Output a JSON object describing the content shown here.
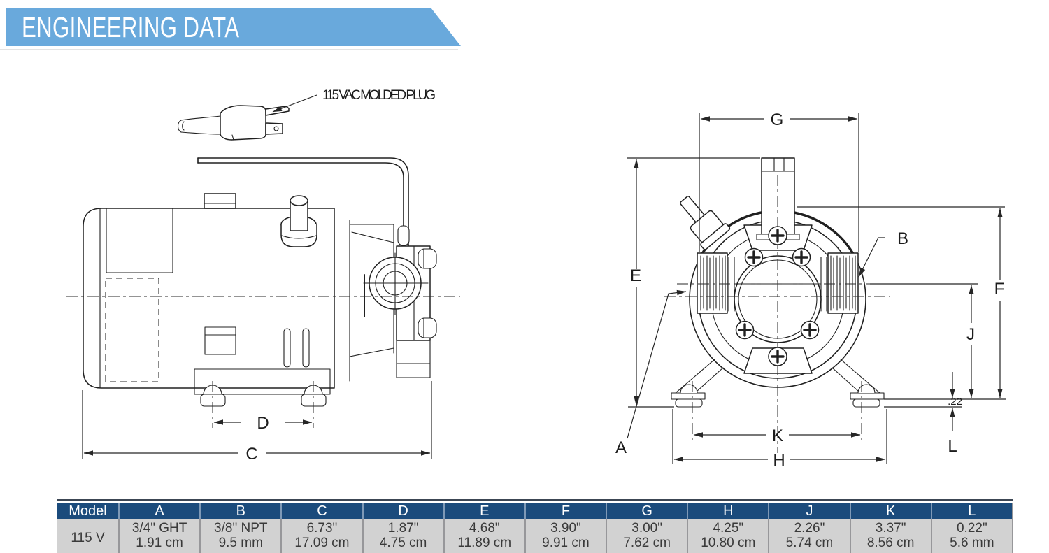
{
  "banner": {
    "title": "ENGINEERING DATA",
    "bg_color": "#69a9dc"
  },
  "diagram": {
    "plug_label": "115 VAC MOLDED PLUG",
    "dims": {
      "a": "A",
      "b": "B",
      "c": "C",
      "d": "D",
      "e": "E",
      "f": "F",
      "g": "G",
      "h": "H",
      "j": "J",
      "k": "K",
      "l": "L",
      "offset": ".22"
    }
  },
  "table": {
    "header_bg": "#1b4b7c",
    "row_bg": "#d2d2d2",
    "model": {
      "label": "Model",
      "value": "115 V"
    },
    "columns": [
      {
        "label": "A",
        "line1": "3/4\" GHT",
        "line2": "1.91 cm"
      },
      {
        "label": "B",
        "line1": "3/8\" NPT",
        "line2": "9.5 mm"
      },
      {
        "label": "C",
        "line1": "6.73\"",
        "line2": "17.09 cm"
      },
      {
        "label": "D",
        "line1": "1.87\"",
        "line2": "4.75 cm"
      },
      {
        "label": "E",
        "line1": "4.68\"",
        "line2": "11.89 cm"
      },
      {
        "label": "F",
        "line1": "3.90\"",
        "line2": "9.91 cm"
      },
      {
        "label": "G",
        "line1": "3.00\"",
        "line2": "7.62 cm"
      },
      {
        "label": "H",
        "line1": "4.25\"",
        "line2": "10.80 cm"
      },
      {
        "label": "J",
        "line1": "2.26\"",
        "line2": "5.74 cm"
      },
      {
        "label": "K",
        "line1": "3.37\"",
        "line2": "8.56 cm"
      },
      {
        "label": "L",
        "line1": "0.22\"",
        "line2": "5.6 mm"
      }
    ]
  }
}
